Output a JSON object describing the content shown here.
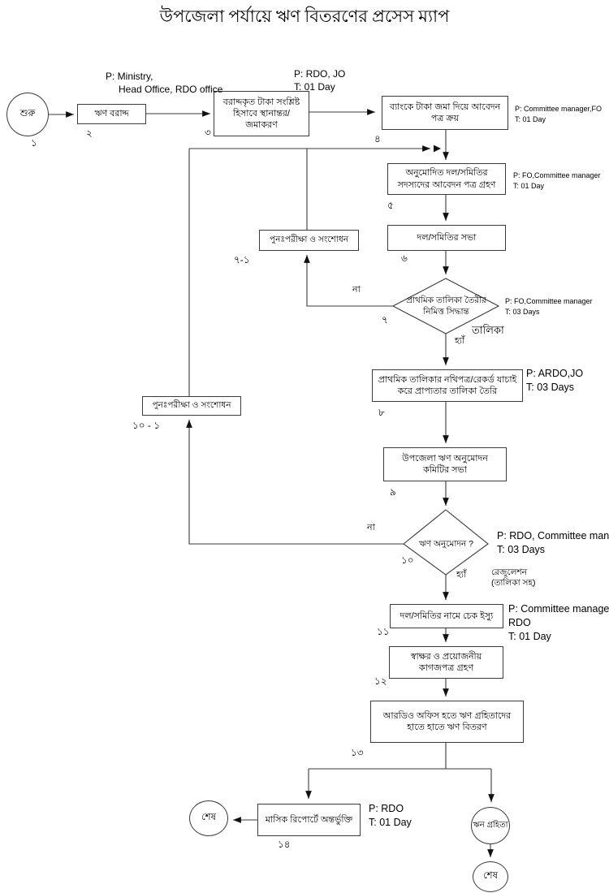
{
  "title": "উপজেলা পর্যায়ে ঋণ বিতরণের প্রসেস ম্যাপ",
  "nodes": {
    "start": {
      "label": "শুরু",
      "num": "১"
    },
    "allocation": {
      "label": "ঋণ বরাদ্দ",
      "num": "২"
    },
    "transfer": {
      "label": "বরাদ্দকৃত টাকা সংশ্লিষ্ট হিসাবে স্থানান্তর/জমাকরণ",
      "num": "৩"
    },
    "bank_deposit": {
      "label": "ব্যাংকে টাকা জমা দিয়ে আবেদন পত্র ক্রয়",
      "num": "৪"
    },
    "receive_apps": {
      "label": "অনুমোদিত দল/সমিতির সদস্যদের আবেদন পত্র গ্রহণ",
      "num": "৫"
    },
    "group_meeting": {
      "label": "দল/সমিতির সভা",
      "num": "৬"
    },
    "primary_list_decision": {
      "label": "প্রাথমিক তালিকা তৈরীর নিমিত্ত সিদ্ধান্ত",
      "num": "৭"
    },
    "recheck1": {
      "label": "পুনঃপরীক্ষা ও সংশোধন",
      "num": "৭-১"
    },
    "verify": {
      "label": "প্রাথমিক তালিকার নথিপত্র/রেকর্ড যাচাই করে প্রাপ্যতার তালিকা তৈরি",
      "num": "৮"
    },
    "committee": {
      "label": "উপজেলা ঋণ অনুমোদন কমিটির সভা",
      "num": "৯"
    },
    "approval_decision": {
      "label": "ঋণ অনুমোদন ?",
      "num": "১০"
    },
    "recheck2": {
      "label": "পুনঃপরীক্ষা ও সংশোধন",
      "num": "১০ - ১"
    },
    "cheque": {
      "label": "দল/সমিতির নামে চেক ইস্যু",
      "num": "১১"
    },
    "signature": {
      "label": "স্বাক্ষর ও প্রয়োজনীয় কাগজপত্র গ্রহণ",
      "num": "১২"
    },
    "disbursement": {
      "label": "আরডিও অফিস হতে ঋণ  গ্রহিতাদের হাতে হাতে ঋণ  বিতরণ",
      "num": "১৩"
    },
    "monthly_report": {
      "label": "মাসিক রিপোর্টে অন্তর্ভুক্তি",
      "num": "১৪"
    },
    "end_left": {
      "label": "শেষ"
    },
    "borrower": {
      "label": "ঋন গ্রহিতা"
    },
    "end_bottom": {
      "label": "শেষ"
    }
  },
  "annotations": {
    "a2": {
      "line1": "P:  Ministry,",
      "line2": "Head Office, RDO office"
    },
    "a3": {
      "line1": "P:  RDO, JO",
      "line2": "T:  01 Day"
    },
    "a4": {
      "line1": "P:  Committee manager,FO",
      "line2": "T:  01 Day"
    },
    "a5": {
      "line1": "P:  FO,Committee manager",
      "line2": "T:  01 Day"
    },
    "a7": {
      "line1": "P:  FO,Committee manager",
      "line2": "T:  03 Days"
    },
    "a8": {
      "line1": "P: ARDO,JO",
      "line2": "T:  03 Days"
    },
    "a10": {
      "line1": "P: RDO, Committee manager,",
      "line2": "T:  03 Days"
    },
    "a11": {
      "line1": "P: Committee manager,",
      "line2": "RDO",
      "line3": "T:  01 Day"
    },
    "a14": {
      "line1": "P: RDO",
      "line2": "T:  01 Day"
    }
  },
  "edge_labels": {
    "no7": "না",
    "yes7": "হ্যাঁ",
    "list7": "তালিকা",
    "no10": "না",
    "yes10": "হ্যাঁ",
    "resolution1": "রেজুলেশন",
    "resolution2": "(তালিকা সহ)"
  }
}
